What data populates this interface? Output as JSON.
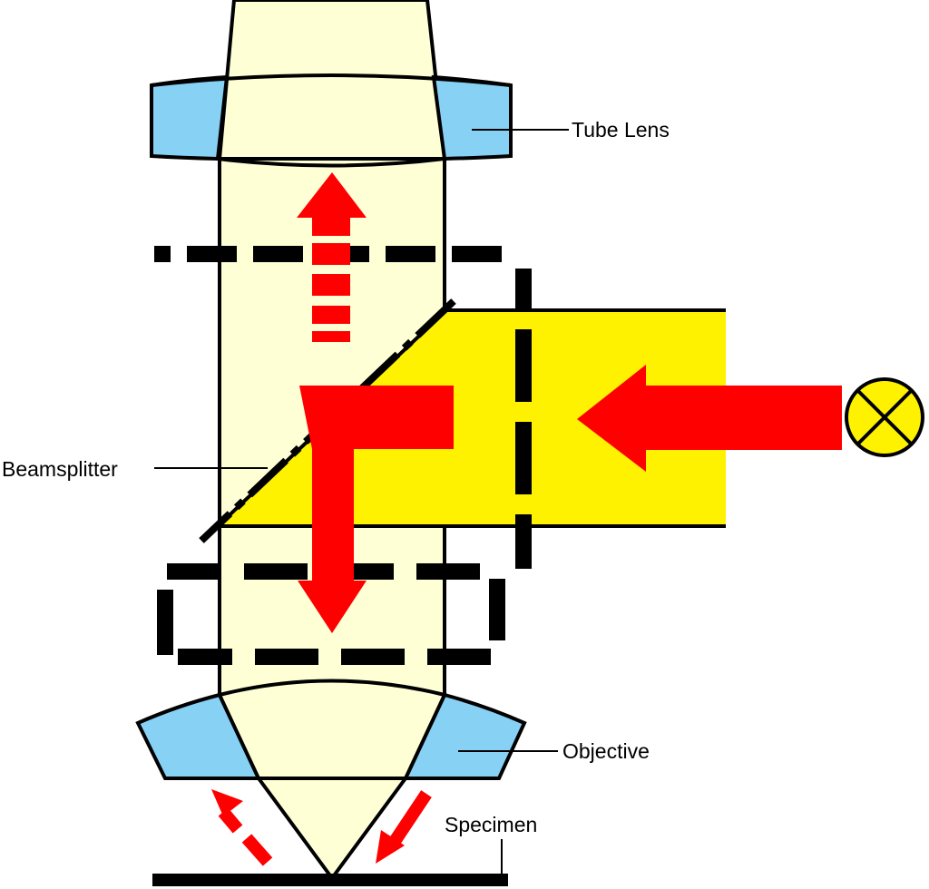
{
  "labels": {
    "tube_lens": "Tube Lens",
    "beamsplitter": "Beamsplitter",
    "objective": "Objective",
    "specimen": "Specimen"
  },
  "colors": {
    "beam_path": "#FFFFD6",
    "illumination": "#FFF200",
    "lens": "#87D1F5",
    "arrow": "#FF0000",
    "outline": "#000000"
  },
  "icons": {
    "light_source": "lamp-symbol-icon"
  }
}
